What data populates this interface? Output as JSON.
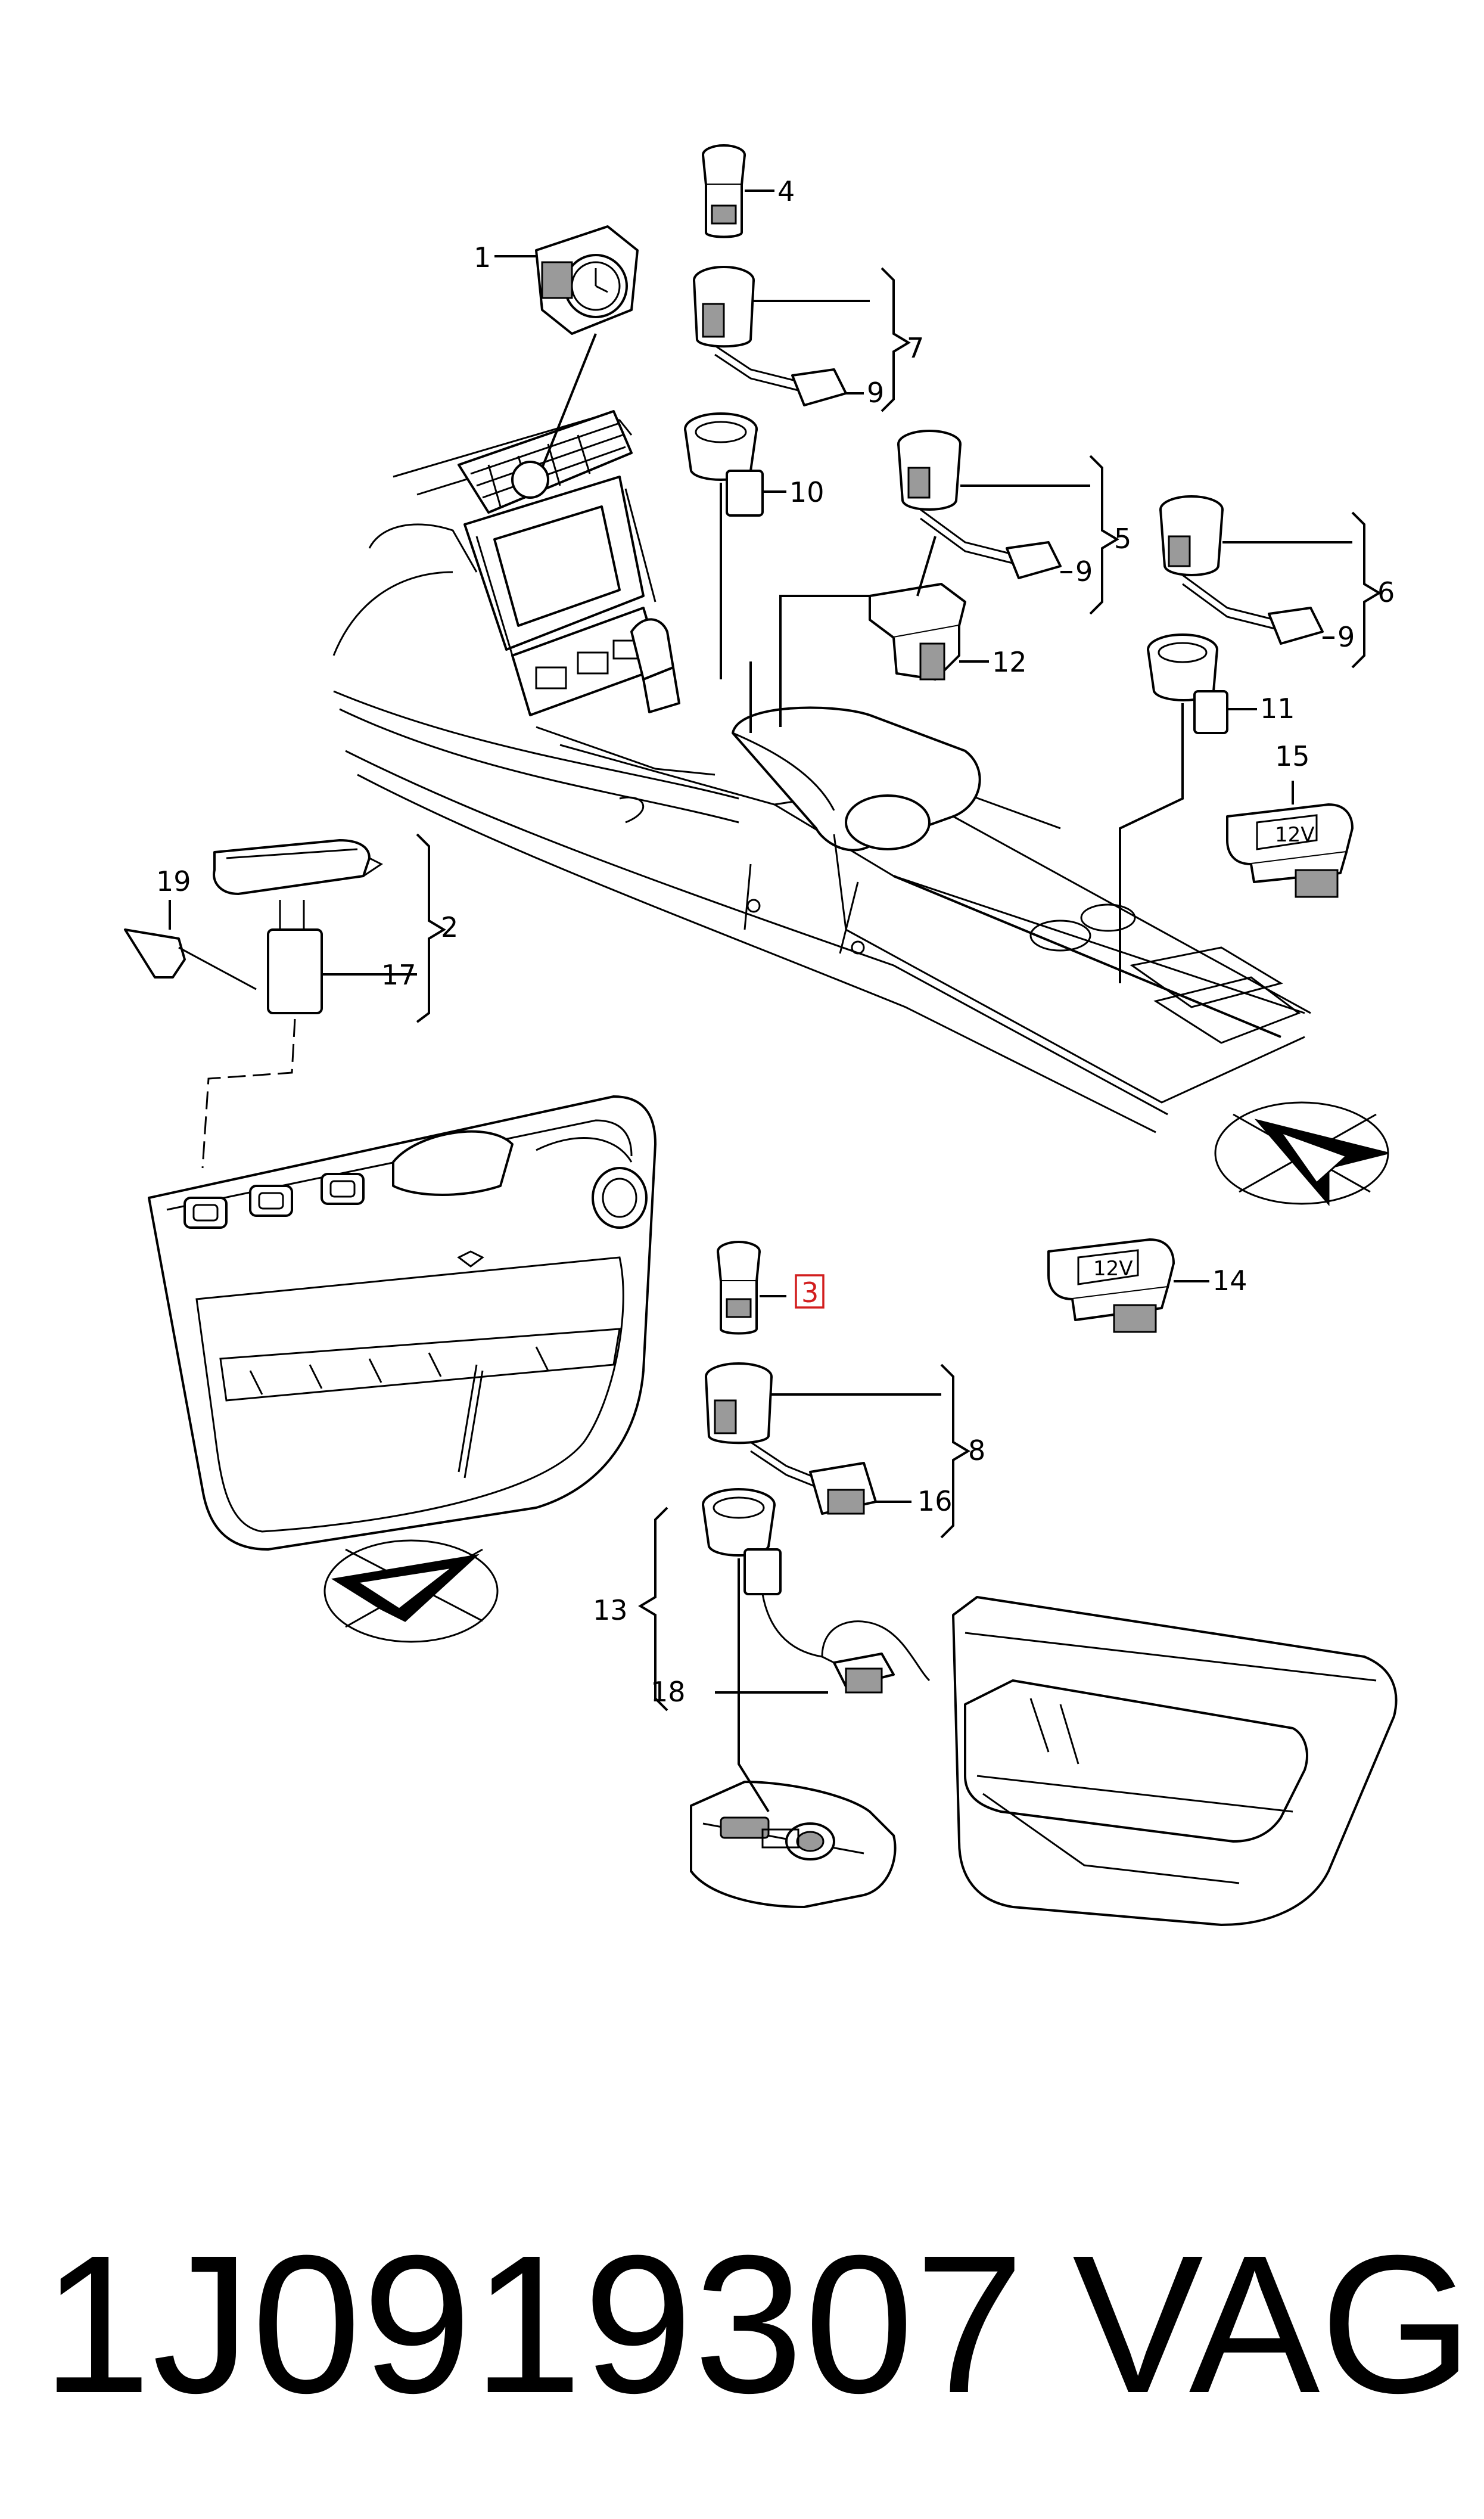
{
  "diagram": {
    "callouts": [
      {
        "id": "1",
        "label": "1"
      },
      {
        "id": "2",
        "label": "2"
      },
      {
        "id": "3",
        "label": "3",
        "highlighted": true
      },
      {
        "id": "4",
        "label": "4"
      },
      {
        "id": "5",
        "label": "5"
      },
      {
        "id": "6",
        "label": "6"
      },
      {
        "id": "7",
        "label": "7"
      },
      {
        "id": "8",
        "label": "8"
      },
      {
        "id": "9a",
        "label": "9"
      },
      {
        "id": "9b",
        "label": "9"
      },
      {
        "id": "9c",
        "label": "9"
      },
      {
        "id": "10",
        "label": "10"
      },
      {
        "id": "11",
        "label": "11"
      },
      {
        "id": "12",
        "label": "12"
      },
      {
        "id": "13",
        "label": "13"
      },
      {
        "id": "14",
        "label": "14"
      },
      {
        "id": "15",
        "label": "15"
      },
      {
        "id": "16",
        "label": "16"
      },
      {
        "id": "17",
        "label": "17"
      },
      {
        "id": "18",
        "label": "18"
      },
      {
        "id": "19",
        "label": "19"
      }
    ],
    "socket_labels": {
      "socket_14": "12V",
      "socket_15": "12V"
    },
    "highlight_color": "#d21e1e"
  },
  "footer": {
    "part_number": "1J0919307",
    "brand": "VAG"
  }
}
